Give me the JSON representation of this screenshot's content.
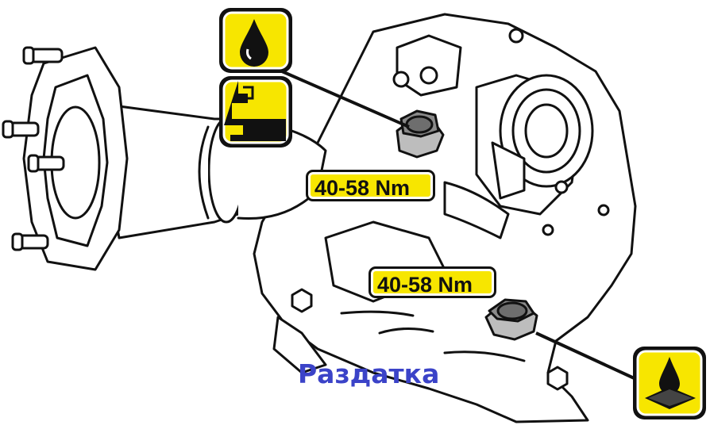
{
  "labels": {
    "torque_upper": "40-58 Nm",
    "torque_lower": "40-58 Nm",
    "caption": "Раздатка"
  },
  "icons": {
    "oil_drop": "oil-drop-icon",
    "fill_level": "oil-fill-level-icon",
    "drain": "oil-drain-icon"
  },
  "colors": {
    "label_yellow": "#f7e600",
    "caption_blue": "#3b43c8",
    "outline": "#111111"
  }
}
